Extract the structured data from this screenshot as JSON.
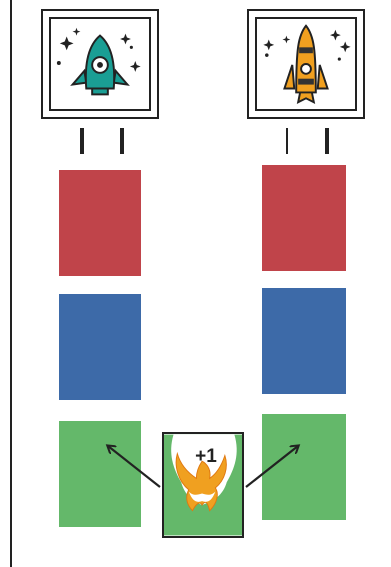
{
  "board": {
    "divider_color": "#222222",
    "colors": {
      "red": "#c0444a",
      "blue": "#3d6aa8",
      "green": "#64b86a",
      "teal": "#1a9e94",
      "orange": "#f0a020"
    }
  },
  "columns": [
    {
      "icon": "teal-rocket-icon",
      "slots": [
        "red",
        "blue",
        "green"
      ]
    },
    {
      "icon": "orange-rocket-icon",
      "slots": [
        "red",
        "blue",
        "green"
      ]
    }
  ],
  "token": {
    "icon": "flame-icon",
    "label": "+1",
    "color": "#64b86a"
  }
}
